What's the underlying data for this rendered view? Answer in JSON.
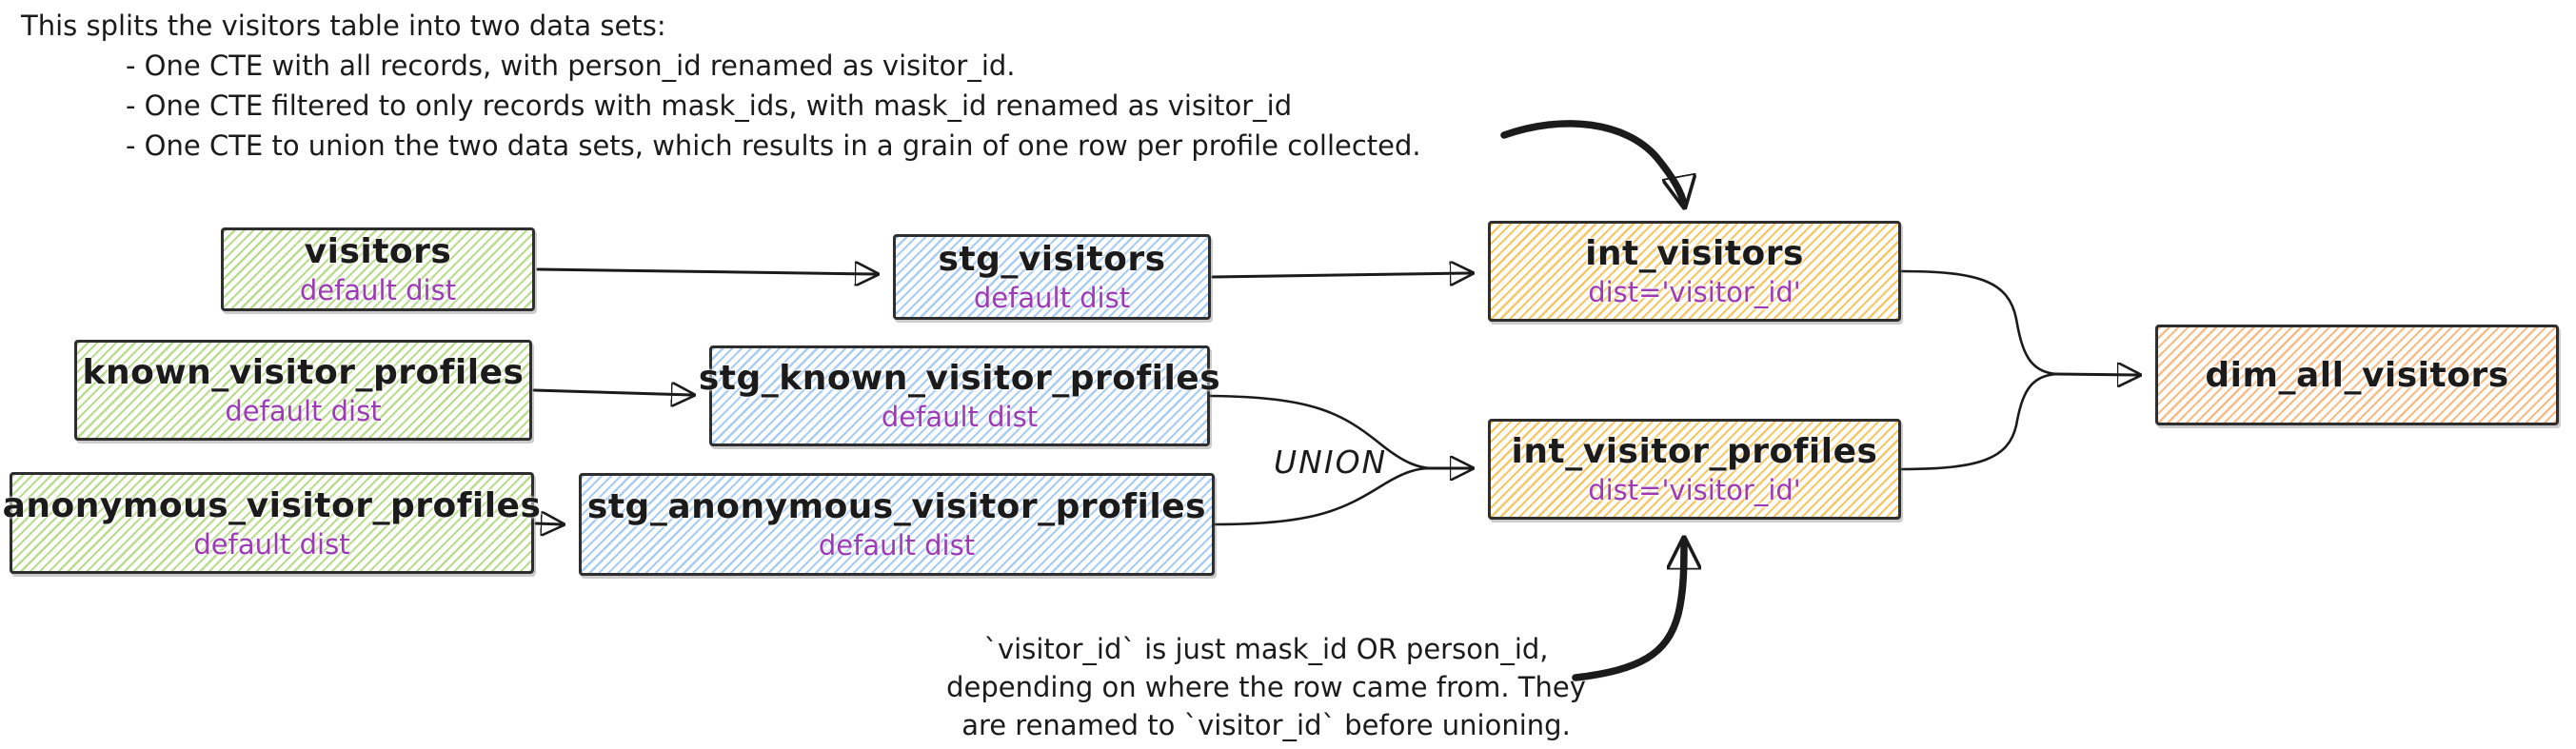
{
  "diagram": {
    "annotations": {
      "top_note": {
        "intro": "This splits the visitors table into two data sets:",
        "bullets": [
          "- One CTE with all records, with person_id renamed as visitor_id.",
          "- One CTE filtered to only records with mask_ids, with mask_id renamed as visitor_id",
          "- One CTE to union the two data sets, which results in a grain of one row per profile collected."
        ]
      },
      "bottom_note": {
        "lines": [
          "`visitor_id` is just mask_id OR person_id,",
          "depending on where the row came from. They",
          "are renamed to `visitor_id` before unioning."
        ]
      },
      "union_label": "UNION"
    },
    "nodes": {
      "visitors": {
        "title": "visitors",
        "subtitle": "default dist",
        "color": "green"
      },
      "stg_visitors": {
        "title": "stg_visitors",
        "subtitle": "default dist",
        "color": "blue"
      },
      "int_visitors": {
        "title": "int_visitors",
        "subtitle": "dist='visitor_id'",
        "color": "yellow"
      },
      "known_visitor_profiles": {
        "title": "known_visitor_profiles",
        "subtitle": "default dist",
        "color": "green"
      },
      "stg_known_visitor_profiles": {
        "title": "stg_known_visitor_profiles",
        "subtitle": "default dist",
        "color": "blue"
      },
      "anonymous_visitor_profiles": {
        "title": "anonymous_visitor_profiles",
        "subtitle": "default dist",
        "color": "green"
      },
      "stg_anonymous_visitor_profiles": {
        "title": "stg_anonymous_visitor_profiles",
        "subtitle": "default dist",
        "color": "blue"
      },
      "int_visitor_profiles": {
        "title": "int_visitor_profiles",
        "subtitle": "dist='visitor_id'",
        "color": "yellow"
      },
      "dim_all_visitors": {
        "title": "dim_all_visitors",
        "subtitle": "",
        "color": "orange"
      }
    },
    "edges": [
      {
        "from": "visitors",
        "to": "stg_visitors",
        "label": ""
      },
      {
        "from": "stg_visitors",
        "to": "int_visitors",
        "label": ""
      },
      {
        "from": "known_visitor_profiles",
        "to": "stg_known_visitor_profiles",
        "label": ""
      },
      {
        "from": "anonymous_visitor_profiles",
        "to": "stg_anonymous_visitor_profiles",
        "label": ""
      },
      {
        "from": "stg_known_visitor_profiles",
        "to": "int_visitor_profiles",
        "label": "UNION"
      },
      {
        "from": "stg_anonymous_visitor_profiles",
        "to": "int_visitor_profiles",
        "label": "UNION"
      },
      {
        "from": "int_visitors",
        "to": "dim_all_visitors",
        "label": ""
      },
      {
        "from": "int_visitor_profiles",
        "to": "dim_all_visitors",
        "label": ""
      },
      {
        "from": "top_note",
        "to": "int_visitors",
        "label": ""
      },
      {
        "from": "bottom_note",
        "to": "int_visitor_profiles",
        "label": ""
      }
    ]
  },
  "colors": {
    "green_hatch": "#b9dc8e",
    "blue_hatch": "#a9ccf4",
    "yellow_hatch": "#f6c766",
    "orange_hatch": "#f8bb86",
    "subtitle_purple": "#9c3bb5",
    "ink": "#1b1b1b",
    "background": "#ffffff"
  }
}
